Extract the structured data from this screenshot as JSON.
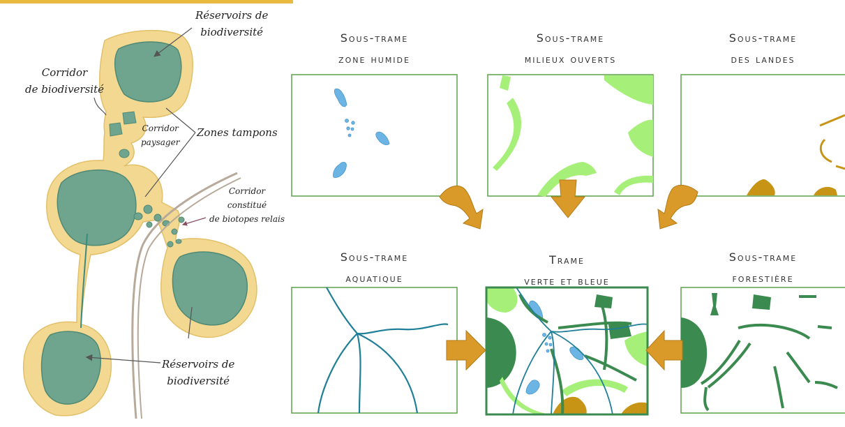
{
  "left_labels": {
    "reservoirs_top": [
      "Réservoirs de",
      "biodiversité"
    ],
    "corridor_bio": [
      "Corridor",
      "de biodiversité"
    ],
    "corridor_paysager": [
      "Corridor",
      "paysager"
    ],
    "zones_tampons": "Zones tampons",
    "corridor_biotopes": [
      "Corridor",
      "constitué",
      "de biotopes relais"
    ],
    "reservoirs_bottom": [
      "Réservoirs de",
      "biodiversité"
    ]
  },
  "panels": {
    "zone_humide": [
      "Sous-trame",
      "zone humide"
    ],
    "milieux_ouverts": [
      "Sous-trame",
      "milieux ouverts"
    ],
    "landes": [
      "Sous-trame",
      "des landes"
    ],
    "aquatique": [
      "Sous-trame",
      "aquatique"
    ],
    "tvb": [
      "Trame",
      "verte et bleue"
    ],
    "forestiere": [
      "Sous-trame",
      "forestière"
    ]
  },
  "colors": {
    "accent_bar": "#e8ba3f",
    "buffer_zone": "#f3d891",
    "reservoir": "#6fa48f",
    "water_blue": "#6cb4e4",
    "open_green": "#a6f07a",
    "heath_brown": "#c89416",
    "forest_green": "#3b8a4f",
    "aquatic_teal": "#1f7f96",
    "arrow": "#d99a2a",
    "panel_border": "#5aa04a"
  }
}
